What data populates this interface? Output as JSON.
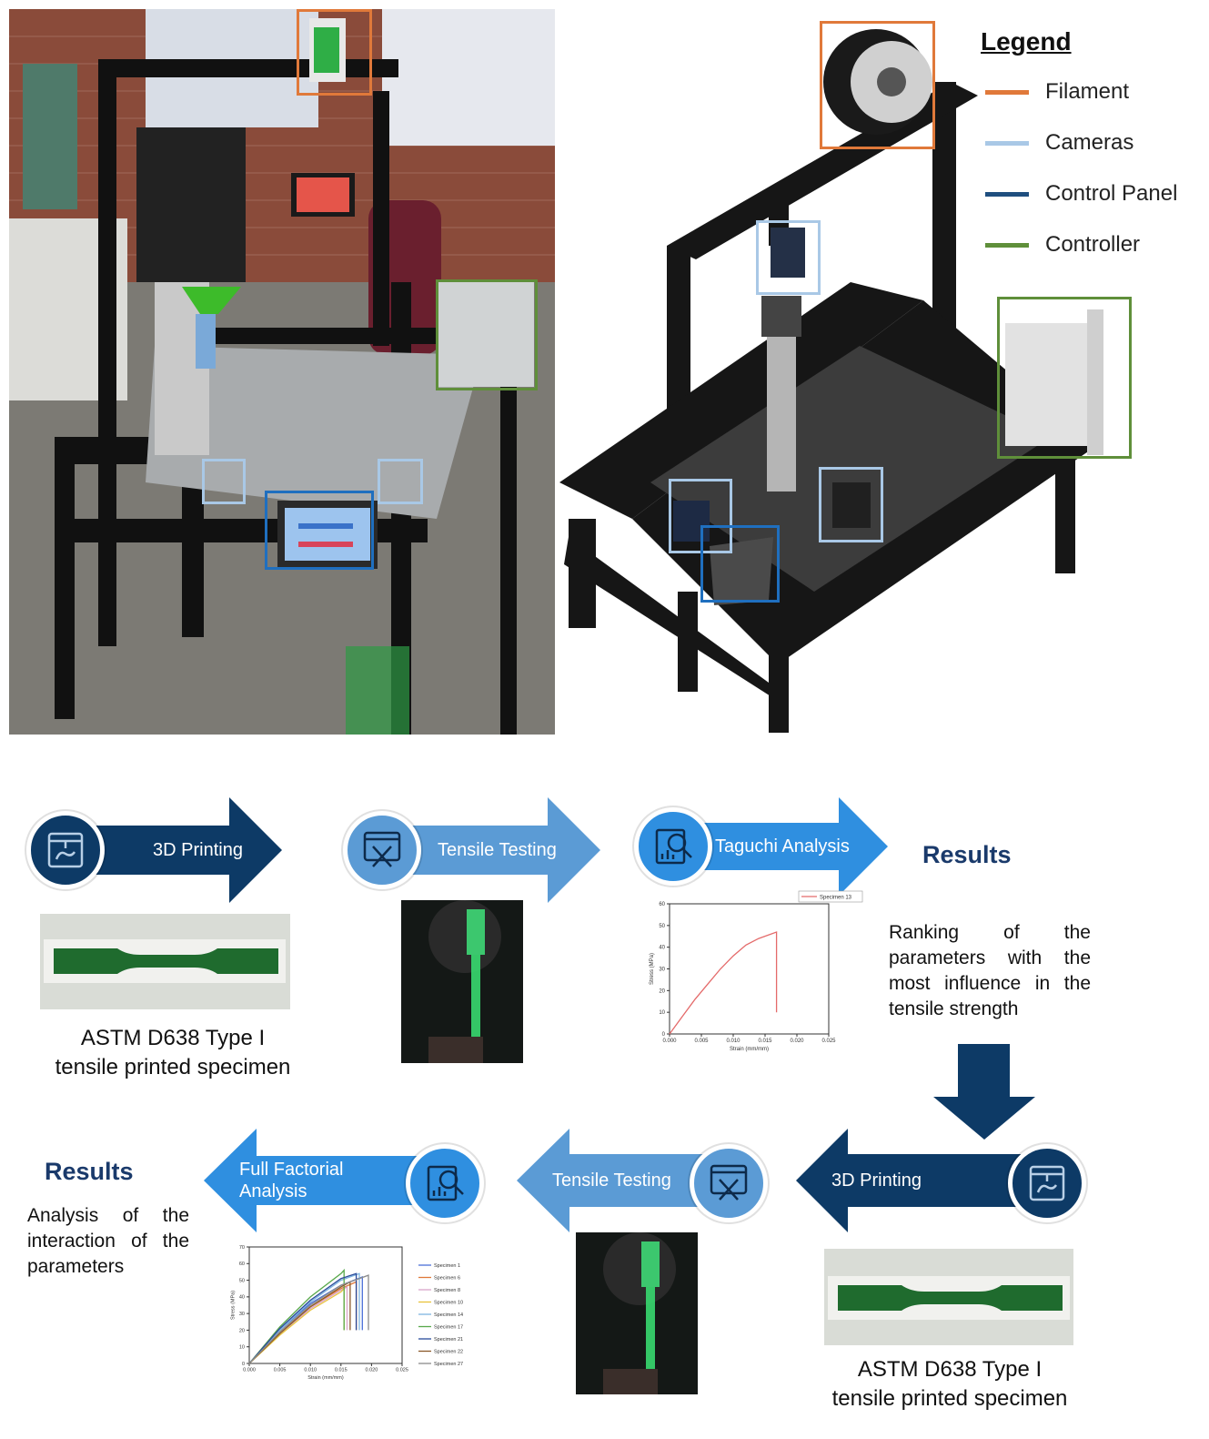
{
  "legend": {
    "title": "Legend",
    "items": [
      {
        "label": "Filament",
        "color": "#e0793a"
      },
      {
        "label": "Cameras",
        "color": "#a9c8e6"
      },
      {
        "label": "Control Panel",
        "color": "#1f4f7f"
      },
      {
        "label": "Controller",
        "color": "#5f8f3a"
      }
    ]
  },
  "flow_top": {
    "step1": "3D Printing",
    "step2": "Tensile Testing",
    "step3": "Taguchi Analysis",
    "results_title": "Results",
    "results_text": "Ranking of the parameters with the most influence in the tensile strength",
    "specimen_caption_line1": "ASTM D638 Type I",
    "specimen_caption_line2": "tensile printed specimen"
  },
  "flow_bottom": {
    "step1": "3D Printing",
    "step2": "Tensile Testing",
    "step3_line1": "Full Factorial",
    "step3_line2": "Analysis",
    "results_title": "Results",
    "results_text": "Analysis of the interaction of the parameters",
    "specimen_caption_line1": "ASTM D638 Type I",
    "specimen_caption_line2": "tensile printed specimen"
  },
  "colors": {
    "dark_navy": "#0d3a66",
    "mid_blue": "#5b9bd5",
    "bright_blue": "#2f8fe0",
    "specimen_green": "#1f6b2e"
  },
  "icons": [
    "printer-icon",
    "wrench-screwdriver-icon",
    "analysis-chart-icon"
  ],
  "chart_data": [
    {
      "type": "line",
      "xlabel": "Strain (mm/mm)",
      "ylabel": "Stress (MPa)",
      "xlim": [
        0,
        0.025
      ],
      "ylim": [
        0,
        60
      ],
      "xticks": [
        "0.000",
        "0.005",
        "0.010",
        "0.015",
        "0.020",
        "0.025"
      ],
      "yticks": [
        "0",
        "10",
        "20",
        "30",
        "40",
        "50",
        "60"
      ],
      "legend_position": "top-right",
      "series": [
        {
          "name": "Specimen 13",
          "color": "#e46a6a",
          "points": [
            [
              0,
              0
            ],
            [
              0.002,
              8
            ],
            [
              0.004,
              16
            ],
            [
              0.006,
              23
            ],
            [
              0.008,
              30
            ],
            [
              0.01,
              36
            ],
            [
              0.012,
              41
            ],
            [
              0.014,
              44
            ],
            [
              0.0168,
              47
            ],
            [
              0.0168,
              10
            ]
          ]
        }
      ]
    },
    {
      "type": "line",
      "xlabel": "Strain (mm/mm)",
      "ylabel": "Stress (MPa)",
      "xlim": [
        0,
        0.025
      ],
      "ylim": [
        0,
        70
      ],
      "xticks": [
        "0.000",
        "0.005",
        "0.010",
        "0.015",
        "0.020",
        "0.025"
      ],
      "yticks": [
        "0",
        "10",
        "20",
        "30",
        "40",
        "50",
        "60",
        "70"
      ],
      "legend_position": "right",
      "series": [
        {
          "name": "Specimen 1",
          "color": "#4a6fd8",
          "points": [
            [
              0,
              0
            ],
            [
              0.005,
              20
            ],
            [
              0.01,
              36
            ],
            [
              0.015,
              47
            ],
            [
              0.0185,
              52
            ],
            [
              0.0185,
              20
            ]
          ]
        },
        {
          "name": "Specimen 6",
          "color": "#e0793a",
          "points": [
            [
              0,
              0
            ],
            [
              0.005,
              19
            ],
            [
              0.01,
              34
            ],
            [
              0.015,
              45
            ],
            [
              0.0175,
              49
            ],
            [
              0.0175,
              20
            ]
          ]
        },
        {
          "name": "Specimen 8",
          "color": "#d9a3c8",
          "points": [
            [
              0,
              0
            ],
            [
              0.005,
              18
            ],
            [
              0.01,
              33
            ],
            [
              0.015,
              44
            ],
            [
              0.016,
              46
            ],
            [
              0.016,
              20
            ]
          ]
        },
        {
          "name": "Specimen 10",
          "color": "#e8c33a",
          "points": [
            [
              0,
              0
            ],
            [
              0.005,
              17
            ],
            [
              0.01,
              32
            ],
            [
              0.015,
              43
            ],
            [
              0.0155,
              45
            ],
            [
              0.0155,
              20
            ]
          ]
        },
        {
          "name": "Specimen 14",
          "color": "#7fb5e0",
          "points": [
            [
              0,
              0
            ],
            [
              0.005,
              20
            ],
            [
              0.01,
              37
            ],
            [
              0.015,
              50
            ],
            [
              0.018,
              54
            ],
            [
              0.018,
              20
            ]
          ]
        },
        {
          "name": "Specimen 17",
          "color": "#58a84a",
          "points": [
            [
              0,
              0
            ],
            [
              0.005,
              22
            ],
            [
              0.01,
              40
            ],
            [
              0.015,
              54
            ],
            [
              0.0155,
              56
            ],
            [
              0.0155,
              20
            ]
          ]
        },
        {
          "name": "Specimen 21",
          "color": "#2a4a9a",
          "points": [
            [
              0,
              0
            ],
            [
              0.005,
              21
            ],
            [
              0.01,
              38
            ],
            [
              0.015,
              51
            ],
            [
              0.0175,
              54
            ],
            [
              0.0175,
              20
            ]
          ]
        },
        {
          "name": "Specimen 22",
          "color": "#8a5a2a",
          "points": [
            [
              0,
              0
            ],
            [
              0.005,
              18
            ],
            [
              0.01,
              34
            ],
            [
              0.015,
              46
            ],
            [
              0.0165,
              49
            ],
            [
              0.0165,
              20
            ]
          ]
        },
        {
          "name": "Specimen 27",
          "color": "#8c8c8c",
          "points": [
            [
              0,
              0
            ],
            [
              0.005,
              19
            ],
            [
              0.01,
              35
            ],
            [
              0.015,
              47
            ],
            [
              0.0195,
              53
            ],
            [
              0.0195,
              20
            ]
          ]
        }
      ]
    }
  ]
}
